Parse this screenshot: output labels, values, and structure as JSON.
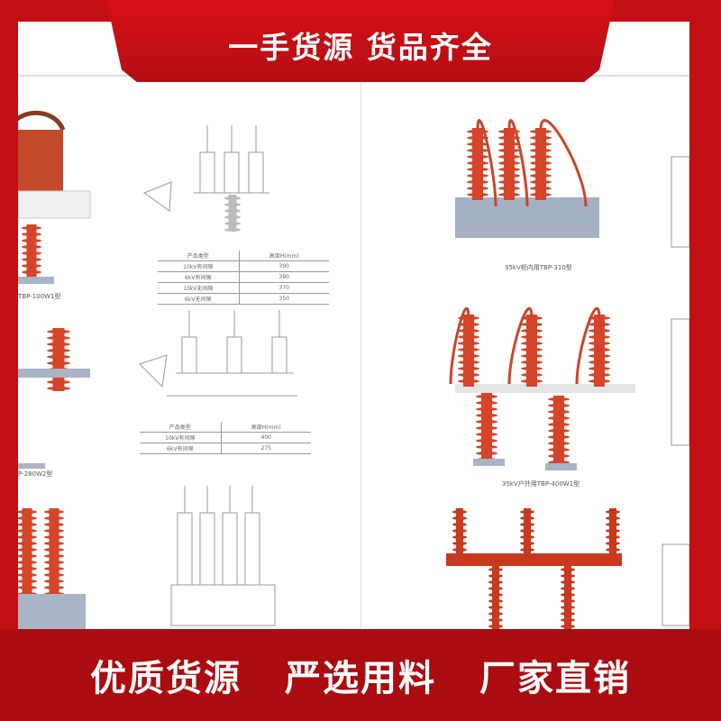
{
  "header": {
    "title": "一手货源 货品齐全"
  },
  "footer": {
    "slogans": [
      "优质货源",
      "严选用料",
      "厂家直销"
    ]
  },
  "captions": {
    "c1": "TBP-100W1型",
    "c2": "P-280W2型",
    "c3": "35kV柜内用TBP-310型",
    "c4": "35kV户外用TBP-400W1型"
  },
  "table1": {
    "headers": [
      "产品类型",
      "高度H(mm)"
    ],
    "rows": [
      [
        "10kV有间隙",
        "390"
      ],
      [
        "6kV有间隙",
        "390"
      ],
      [
        "10kV无间隙",
        "370"
      ],
      [
        "6kV无间隙",
        "350"
      ]
    ]
  },
  "table2": {
    "headers": [
      "产品类型",
      "高度H(mm)"
    ],
    "rows": [
      [
        "10kV有间隙",
        "400"
      ],
      [
        "6kV有间隙",
        "275"
      ]
    ]
  },
  "colors": {
    "red": "#c20f14",
    "insulator": "#d4452a",
    "base": "#a9b4c4"
  }
}
